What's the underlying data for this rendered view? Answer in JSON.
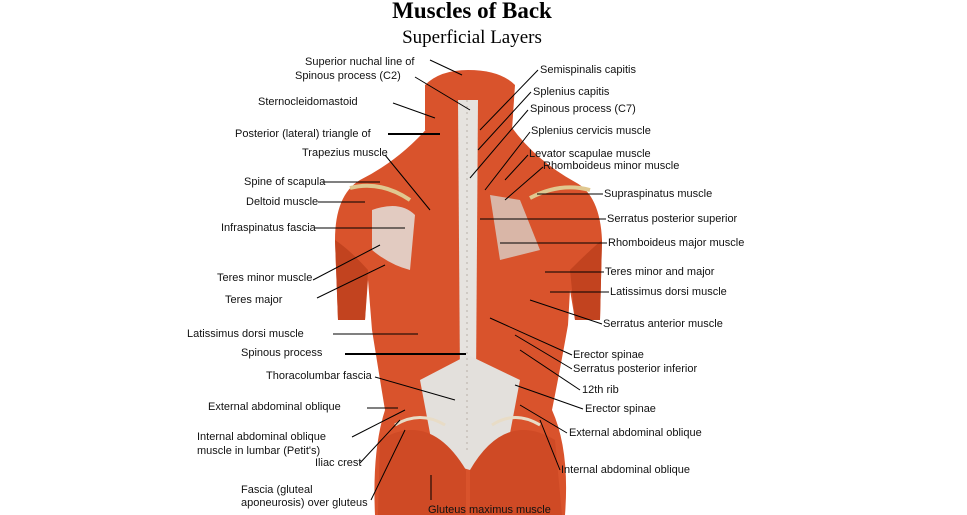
{
  "title": "Muscles of Back",
  "subtitle": "Superficial Layers",
  "colors": {
    "muscle": "#d9532c",
    "muscle_dark": "#b83a1c",
    "fascia": "#e3e0dc"
  },
  "left_labels": [
    "Superior nuchal line of",
    "Spinous process (C2)",
    "Sternocleidomastoid",
    "Posterior (lateral) triangle of",
    "Trapezius muscle",
    "Spine of scapula",
    "Deltoid muscle",
    "Infraspinatus fascia",
    "Teres minor muscle",
    "Teres major",
    "Latissimus dorsi muscle",
    "Spinous process",
    "Thoracolumbar fascia",
    "External abdominal oblique",
    "Internal abdominal oblique",
    "muscle in lumbar (Petit's)",
    "Iliac crest",
    "Fascia (gluteal",
    "aponeurosis) over gluteus",
    "Gluteus maximus muscle"
  ],
  "right_labels": [
    "Semispinalis capitis",
    "Splenius capitis",
    "Spinous process (C7)",
    "Splenius cervicis muscle",
    "Levator scapulae muscle",
    "Rhomboideus minor muscle",
    "Supraspinatus muscle",
    "Serratus posterior superior",
    "Rhomboideus major muscle",
    "Teres minor and major",
    "Latissimus dorsi muscle",
    "Serratus anterior muscle",
    "Erector spinae",
    "Serratus posterior inferior",
    "12th rib",
    "Erector spinae",
    "External abdominal oblique",
    "Internal abdominal oblique"
  ]
}
